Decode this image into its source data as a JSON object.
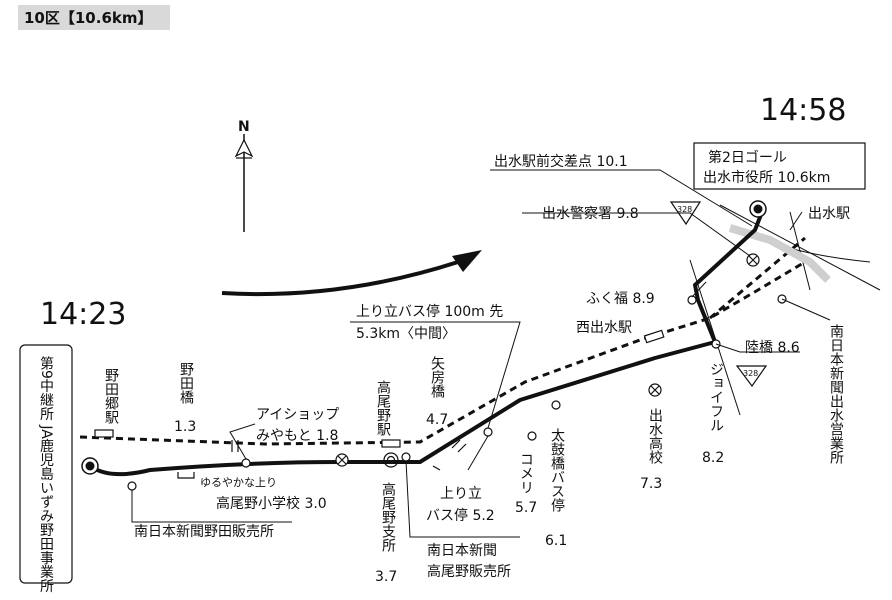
{
  "header": {
    "title": "10区【10.6km】"
  },
  "times": {
    "start": "14:23",
    "goal": "14:58"
  },
  "compass": {
    "north": "N"
  },
  "boxes": {
    "start_relay": "第9中継所 JA鹿児島いずみ野田事業所",
    "goal": [
      "第2日ゴール",
      "出水市役所 10.6km"
    ]
  },
  "labels": {
    "nodago_station": "野田郷駅",
    "nodabashi": "野田橋",
    "nodabashi_km": "1.3",
    "i_shop": [
      "アイショップ",
      "みやもと 1.8"
    ],
    "yuruyaka": "ゆるやかな上り",
    "takaono_school": "高尾野小学校 3.0",
    "nankai_noda": "南日本新聞野田販売所",
    "takaono_station": "高尾野駅",
    "takaono_branch": "高尾野支所",
    "takaono_branch_km": "3.7",
    "nankai_takaono": [
      "南日本新聞",
      "高尾野販売所"
    ],
    "yabusabashi": "矢房橋",
    "yabusabashi_km": "4.7",
    "noboritate_ahead": [
      "上り立バス停 100m 先",
      "5.3km〈中間〉"
    ],
    "noboritate_stop": [
      "上り立",
      "バス停 5.2"
    ],
    "komeri": "コメリ",
    "komeri_km": "5.7",
    "taikobashi": "太鼓橋バス停",
    "taikobashi_km": "6.1",
    "izumi_high": "出水高校",
    "izumi_high_km": "7.3",
    "joyful": "ジョイフル",
    "joyful_km": "8.2",
    "nishi_izumi": "西出水駅",
    "fukufuku": "ふく福 8.9",
    "rikkyo": "陸橋 8.6",
    "nankai_izumi": "南日本新聞出水営業所",
    "police": "出水警察署 9.8",
    "ekimae": "出水駅前交差点 10.1",
    "izumi_station": "出水駅"
  },
  "routes": {
    "r328a": "328",
    "r328b": "328"
  }
}
